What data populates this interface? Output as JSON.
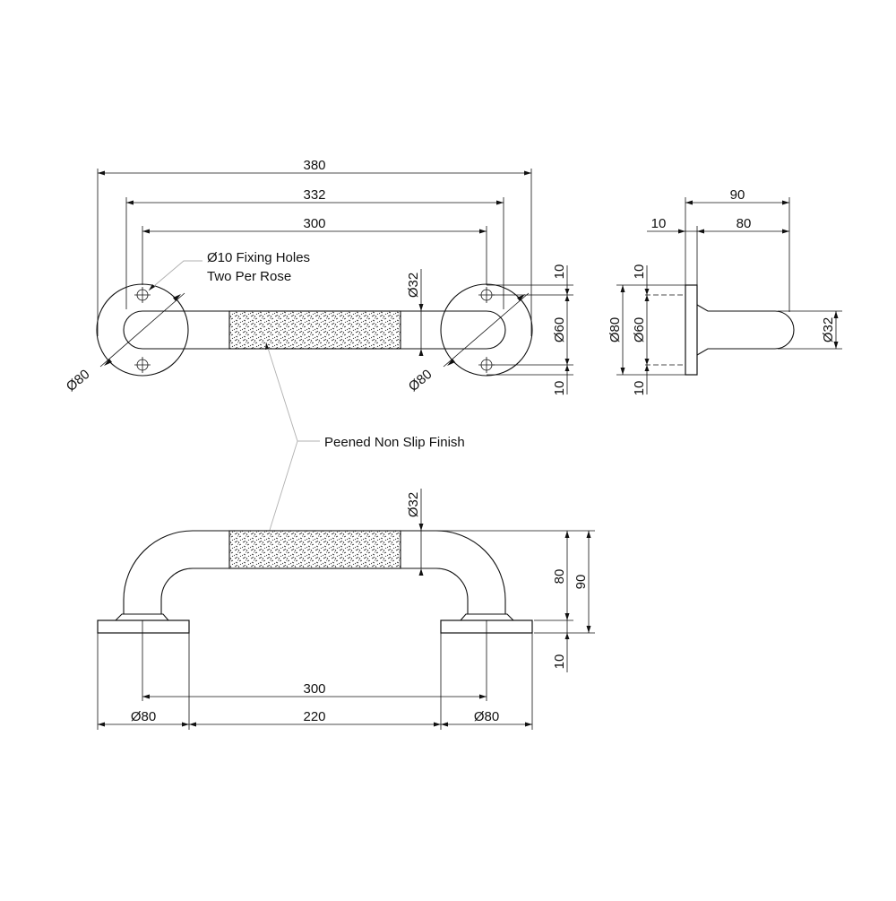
{
  "notes": {
    "fixing_holes_line1": "Ø10 Fixing Holes",
    "fixing_holes_line2": "Two Per Rose",
    "finish": "Peened Non Slip Finish"
  },
  "plan_view": {
    "dim_overall": "380",
    "dim_centers": "332",
    "dim_grip": "300",
    "dim_tube": "Ø32",
    "dim_rose_left": "Ø80",
    "dim_rose_right": "Ø80",
    "dim_holes": "Ø60",
    "dim_edge_top": "10",
    "dim_edge_bottom": "10"
  },
  "side_view": {
    "dim_depth": "90",
    "dim_rose": "10",
    "dim_projection": "80",
    "dim_rose_dia": "Ø80",
    "dim_holes": "Ø60",
    "dim_edge_top": "10",
    "dim_edge_bottom": "10",
    "dim_tube": "Ø32"
  },
  "front_view": {
    "dim_tube": "Ø32",
    "dim_height_80": "80",
    "dim_height_90": "90",
    "dim_rose": "10",
    "dim_centers": "300",
    "dim_rose_left": "Ø80",
    "dim_between": "220",
    "dim_rose_right": "Ø80"
  }
}
